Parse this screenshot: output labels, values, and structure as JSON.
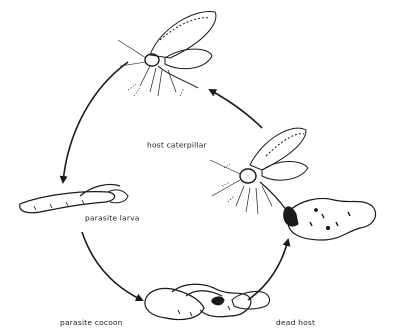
{
  "labels": {
    "host_caterpillar": "host caterpillar",
    "parasite_larva": "parasite larva",
    "parasite_cocoon": "parasite cocoon",
    "dead_host": "dead host"
  },
  "colors": {
    "ink": "#1a1a1a",
    "background": "#ffffff"
  }
}
